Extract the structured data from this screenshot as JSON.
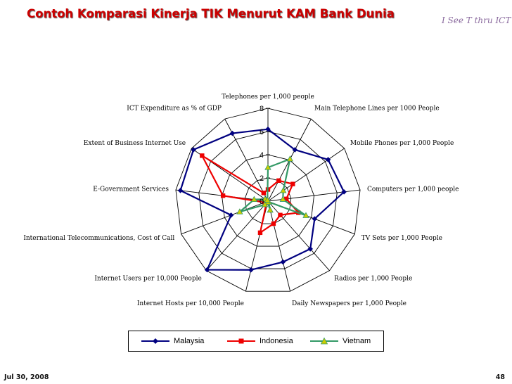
{
  "slide": {
    "title": "Contoh Komparasi Kinerja TIK Menurut KAM Bank Dunia",
    "tagline": "I See T thru ICT",
    "date": "Jul 30, 2008",
    "page_number": "48"
  },
  "chart_data": {
    "type": "radar",
    "title": "",
    "axes": [
      "Telephones per 1,000 people",
      "Main Telephone Lines per 1000 People",
      "Mobile Phones per 1,000 People",
      "Computers per 1,000 people",
      "TV Sets per 1,000 People",
      "Radios per 1,000 People",
      "Daily Newspapers per 1,000 People",
      "Internet Hosts per 10,000 People",
      "Internet Users per 10,000 People",
      "International Telecommunications, Cost of Call",
      "E-Government Services",
      "Extent of Business Internet Use",
      "ICT Expenditure as % of GDP"
    ],
    "r_ticks": [
      "0",
      "2",
      "4",
      "6",
      "8"
    ],
    "r_range": [
      0,
      8
    ],
    "series": [
      {
        "name": "Malaysia",
        "color": "#000080",
        "marker": "diamond",
        "values": [
          6.2,
          5.0,
          6.3,
          6.6,
          4.3,
          5.5,
          5.4,
          6.1,
          7.9,
          3.4,
          7.6,
          7.8,
          6.6
        ]
      },
      {
        "name": "Indonesia",
        "color": "#ee0000",
        "marker": "square",
        "values": [
          1.0,
          2.0,
          2.6,
          1.6,
          2.8,
          1.6,
          2.0,
          2.8,
          0.2,
          0.3,
          3.9,
          6.9,
          0.8
        ]
      },
      {
        "name": "Vietnam",
        "color": "#339966",
        "marker": "triangle",
        "values": [
          2.9,
          4.1,
          1.6,
          1.3,
          3.5,
          0.1,
          0.8,
          0.1,
          0.4,
          2.6,
          1.2,
          0.3,
          0.1
        ]
      }
    ],
    "grid": true,
    "legend_position": "bottom"
  }
}
